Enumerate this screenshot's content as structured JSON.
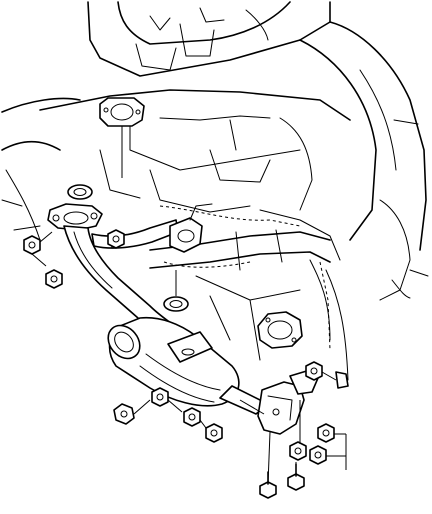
{
  "diagram": {
    "kind": "line-art exploded view",
    "components": [
      "engine-block-outline",
      "exhaust-manifold",
      "front-exhaust-pipe",
      "catalytic-converter",
      "pipe-support-bracket",
      "gaskets",
      "mounting-nuts",
      "mounting-bolts"
    ],
    "stroke_color": "#000000",
    "background_color": "#ffffff"
  }
}
